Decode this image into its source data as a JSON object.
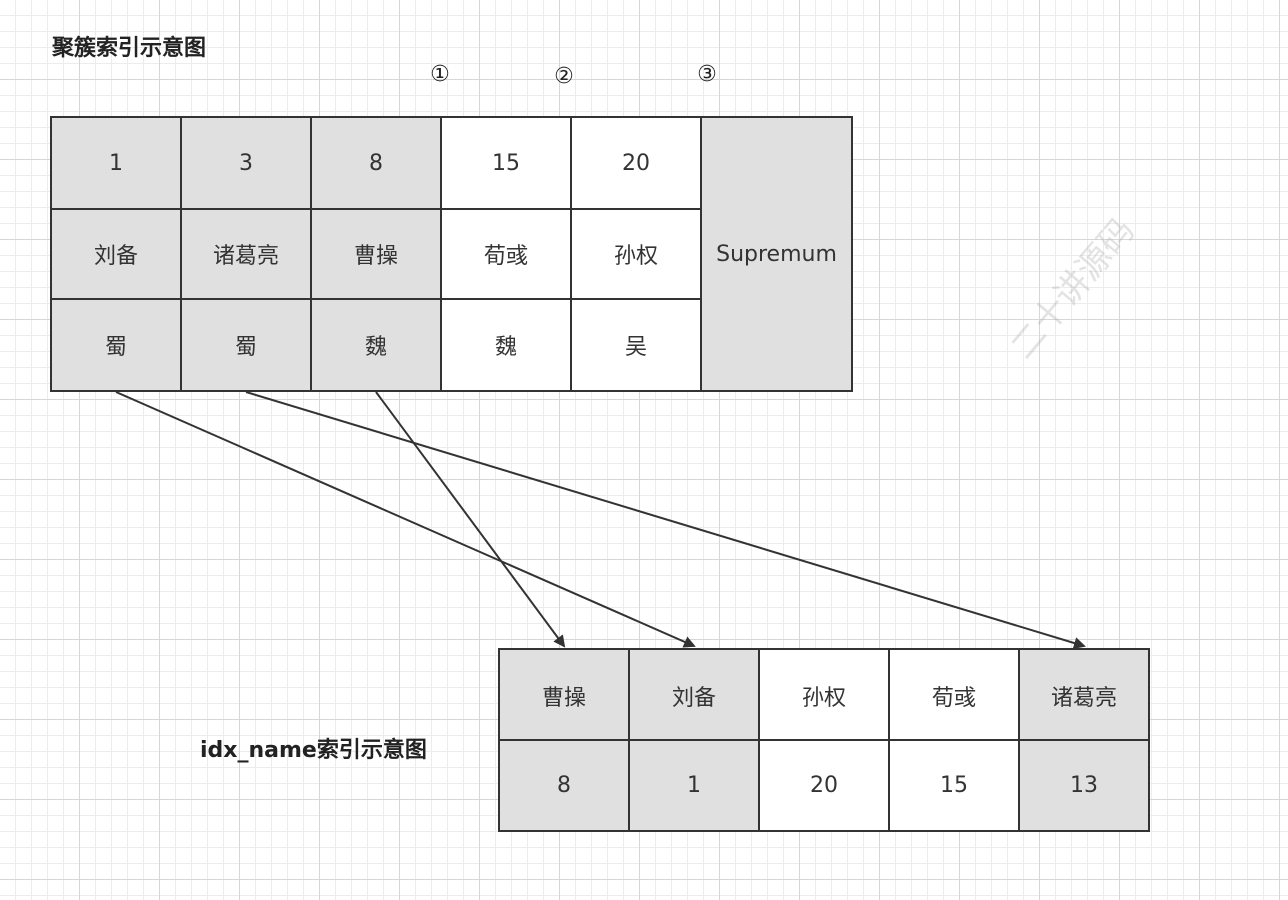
{
  "clustered": {
    "title": "聚簇索引示意图",
    "markers": [
      "①",
      "②",
      "③"
    ],
    "columns": [
      {
        "id": "1",
        "name": "刘备",
        "country": "蜀",
        "shade": "grey"
      },
      {
        "id": "3",
        "name": "诸葛亮",
        "country": "蜀",
        "shade": "grey"
      },
      {
        "id": "8",
        "name": "曹操",
        "country": "魏",
        "shade": "grey"
      },
      {
        "id": "15",
        "name": "荀彧",
        "country": "魏",
        "shade": "white"
      },
      {
        "id": "20",
        "name": "孙权",
        "country": "吴",
        "shade": "white"
      }
    ],
    "supremum": "Supremum"
  },
  "secondary": {
    "title": "idx_name索引示意图",
    "columns": [
      {
        "name": "曹操",
        "id": "8",
        "shade": "grey"
      },
      {
        "name": "刘备",
        "id": "1",
        "shade": "grey"
      },
      {
        "name": "孙权",
        "id": "20",
        "shade": "white"
      },
      {
        "name": "荀彧",
        "id": "15",
        "shade": "white"
      },
      {
        "name": "诸葛亮",
        "id": "13",
        "shade": "grey"
      }
    ]
  },
  "links": [
    {
      "from_column": 0,
      "to_column": 1
    },
    {
      "from_column": 1,
      "to_column": 4
    },
    {
      "from_column": 2,
      "to_column": 0
    }
  ],
  "watermark": "二十讲源码"
}
